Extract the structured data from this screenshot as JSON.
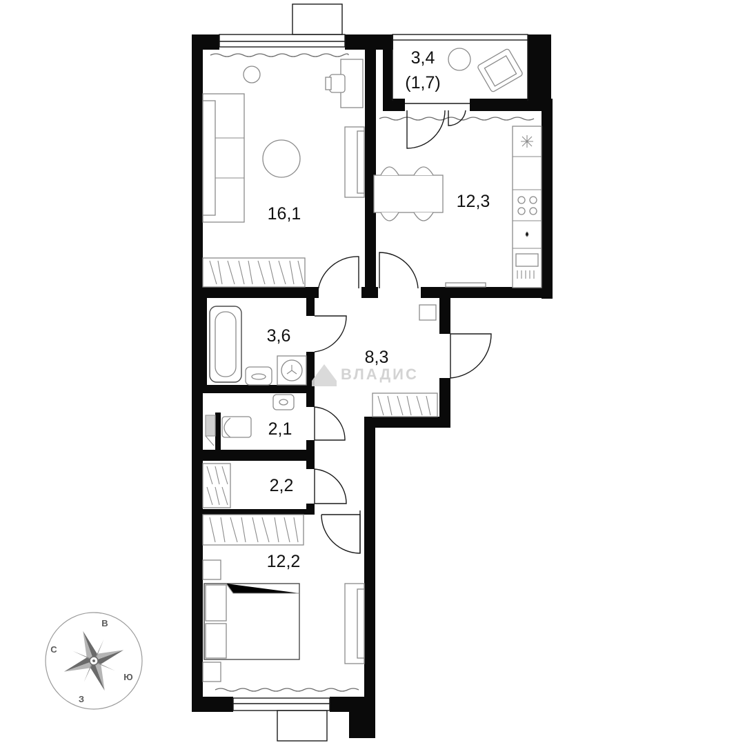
{
  "rooms": {
    "living": "16,1",
    "kitchen": "12,3",
    "balcony": "3,4",
    "balcony_reduced": "(1,7)",
    "bathroom": "3,6",
    "hall": "8,3",
    "toilet": "2,1",
    "storage": "2,2",
    "bedroom": "12,2"
  },
  "watermark": "ВЛАДИС",
  "compass": {
    "north": "С",
    "east": "В",
    "south": "Ю",
    "west": "З"
  },
  "colors": {
    "wall": "#0a0a0a",
    "furniture": "#8a8a8a",
    "background": "#ffffff"
  }
}
